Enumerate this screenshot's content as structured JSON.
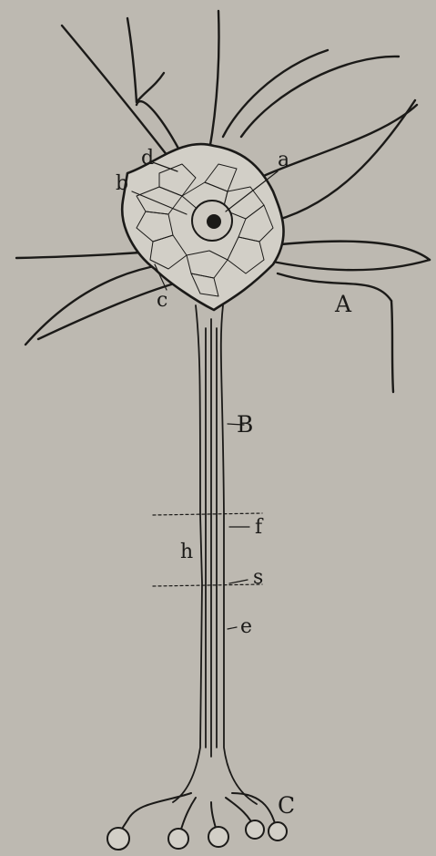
{
  "figure": {
    "labels": {
      "a": "a",
      "b": "b",
      "c": "c",
      "d": "d",
      "A": "A",
      "B": "B",
      "f": "f",
      "h": "h",
      "s": "s",
      "e": "e",
      "C": "C"
    },
    "colors": {
      "paper": "#bdb9b1",
      "ink": "#1b1a18",
      "cell_fill": "#d2cfc7"
    }
  }
}
